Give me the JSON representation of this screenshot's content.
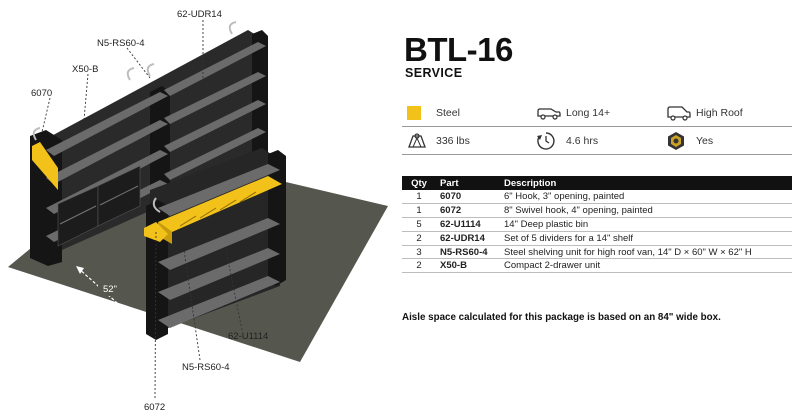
{
  "product": {
    "model": "BTL-16",
    "category": "SERVICE"
  },
  "colors": {
    "accent_yellow": "#f2c21a",
    "frame_dark": "#202020",
    "floor": "#55574f"
  },
  "specs": [
    {
      "icon": "yellow-square-icon",
      "label": "Steel"
    },
    {
      "icon": "van-length-icon",
      "label": "Long 14+"
    },
    {
      "icon": "van-roof-icon",
      "label": "High Roof"
    },
    {
      "icon": "weight-icon",
      "label": "336 lbs"
    },
    {
      "icon": "clock-icon",
      "label": "4.6 hrs"
    },
    {
      "icon": "hex-bolt-icon",
      "label": "Yes"
    }
  ],
  "table": {
    "headers": {
      "qty": "Qty",
      "part": "Part",
      "description": "Description"
    },
    "rows": [
      {
        "qty": "1",
        "part": "6070",
        "description": "6\" Hook, 3\" opening, painted"
      },
      {
        "qty": "1",
        "part": "6072",
        "description": "8\" Swivel hook, 4\" opening, painted"
      },
      {
        "qty": "5",
        "part": "62-U1114",
        "description": "14\" Deep plastic bin"
      },
      {
        "qty": "2",
        "part": "62-UDR14",
        "description": "Set of 5 dividers for a 14\" shelf"
      },
      {
        "qty": "3",
        "part": "N5-RS60-4",
        "description": "Steel shelving unit for high roof van, 14\" D × 60\" W × 62\" H"
      },
      {
        "qty": "2",
        "part": "X50-B",
        "description": "Compact 2-drawer unit"
      }
    ]
  },
  "note": "Aisle space calculated for this package is based on an 84\" wide box.",
  "callouts": {
    "udr14": "62-UDR14",
    "rs60_top": "N5-RS60-4",
    "x50b": "X50-B",
    "hook6070": "6070",
    "aisle": "52\"",
    "u1114": "62-U1114",
    "rs60_bottom": "N5-RS60-4",
    "hook6072": "6072"
  }
}
